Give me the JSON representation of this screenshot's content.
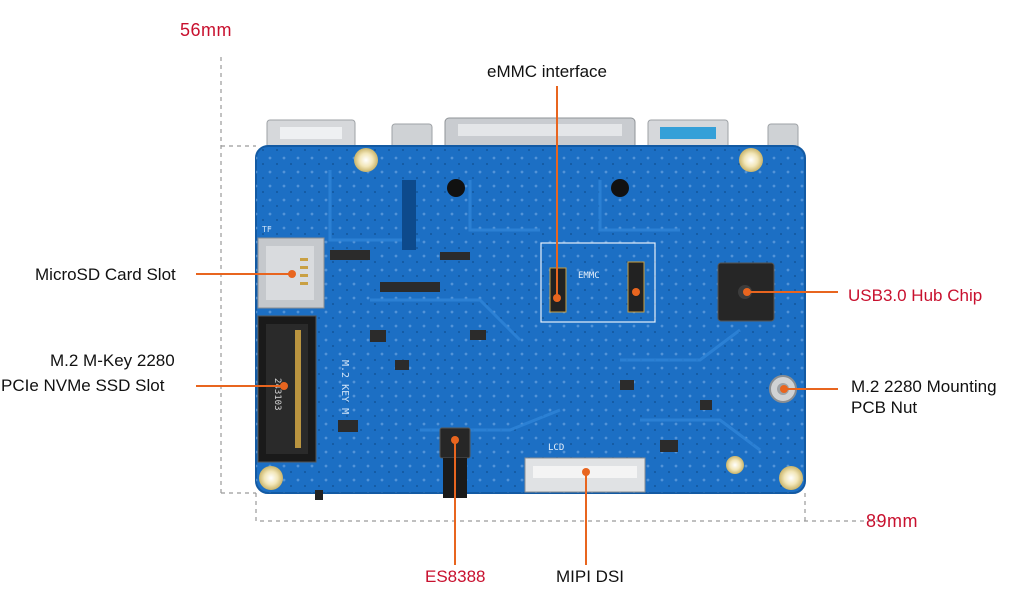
{
  "dimensions": {
    "width": "56mm",
    "length": "89mm"
  },
  "board_text": {
    "tf": "TF",
    "emmc": "EMMC",
    "lcd": "LCD",
    "m2_silk": "M.2 KEY M",
    "ssd_silk": "243103"
  },
  "labels": {
    "microsd": "MicroSD Card Slot",
    "m2_line1": "M.2 M-Key 2280",
    "m2_line2": "PCIe NVMe SSD Slot",
    "emmc": "eMMC interface",
    "usb_hub": "USB3.0 Hub Chip",
    "nut_line1": "M.2 2280 Mounting",
    "nut_line2": "PCB Nut",
    "es8388": "ES8388",
    "mipi": "MIPI DSI"
  },
  "colors": {
    "board": "#1c6fc4",
    "board_dark": "#135aa3",
    "callout": "#e8651f",
    "highlight_text": "#c8102e",
    "dimension_text": "#c8102e"
  }
}
